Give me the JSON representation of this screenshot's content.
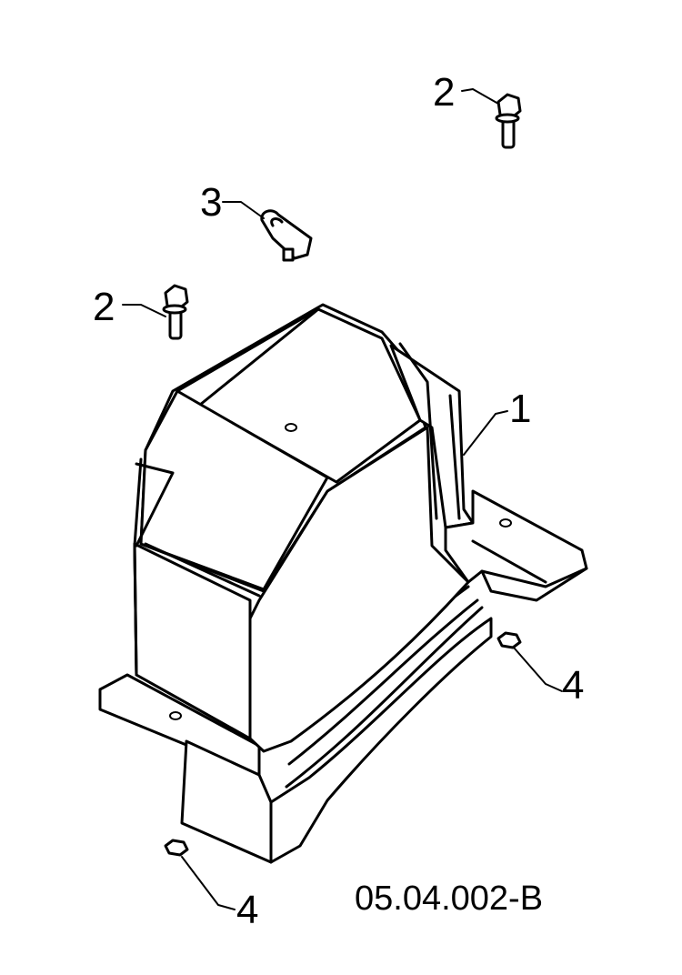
{
  "diagram": {
    "drawing_number": "05.04.002-B",
    "callouts": {
      "cover": "1",
      "bolt_top_right": "2",
      "bolt_left": "2",
      "clip": "3",
      "nut_right": "4",
      "nut_bottom": "4"
    }
  }
}
